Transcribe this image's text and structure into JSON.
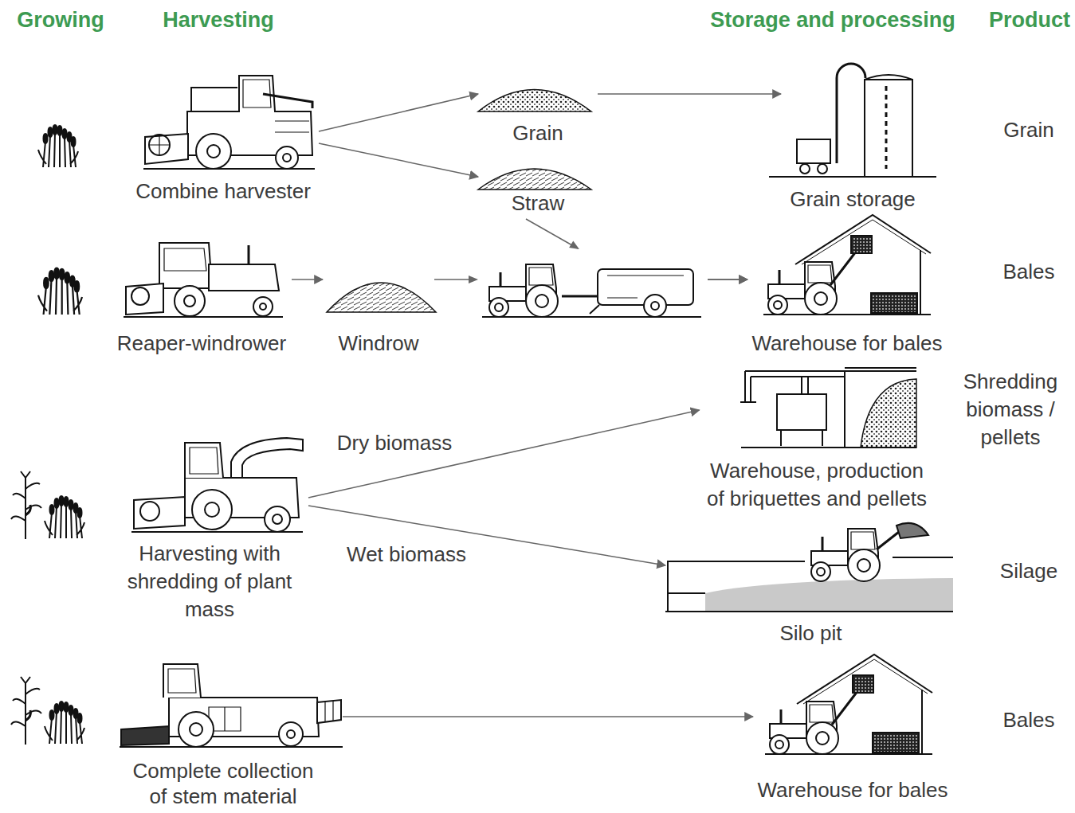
{
  "diagram": {
    "nodes": [
      {
        "text": [
          "Combine harvester"
        ]
      },
      {
        "text": [
          "Grain"
        ]
      },
      {
        "text": [
          "Straw"
        ]
      },
      {
        "text": [
          "Grain storage"
        ]
      },
      {
        "text": [
          "Reaper-windrower"
        ]
      },
      {
        "text": [
          "Windrow"
        ]
      },
      {
        "text": [
          "Warehouse for bales"
        ]
      },
      {
        "text": [
          "Harvesting with shredding of plant mass"
        ]
      },
      {
        "text": [
          "Warehouse, production of briquettes and pellets"
        ]
      },
      {
        "text": [
          "Silo pit"
        ]
      },
      {
        "text": [
          "Complete collection of stem material"
        ]
      },
      {
        "text": [
          "Warehouse for bales"
        ]
      }
    ],
    "edges": [
      {
        "from": 0,
        "to": 1,
        "arrow": "to"
      },
      {
        "from": 0,
        "to": 2,
        "arrow": "to"
      },
      {
        "from": 1,
        "to": 3,
        "arrow": "to"
      },
      {
        "from": 2,
        "to": 6,
        "arrow": "to"
      },
      {
        "from": 4,
        "to": 5,
        "arrow": "to"
      },
      {
        "from": 5,
        "to": 6,
        "arrow": "to"
      },
      {
        "from": 7,
        "to": 8,
        "label": "Dry biomass",
        "arrow": "to"
      },
      {
        "from": 7,
        "to": 9,
        "label": "Wet biomass",
        "arrow": "to"
      },
      {
        "from": 10,
        "to": 11,
        "arrow": "to"
      }
    ],
    "labels": [
      "Growing",
      "Harvesting",
      "Storage and processing",
      "Product",
      "Grain",
      "Bales",
      "Shredding biomass / pellets",
      "Silage",
      "Bales"
    ]
  }
}
